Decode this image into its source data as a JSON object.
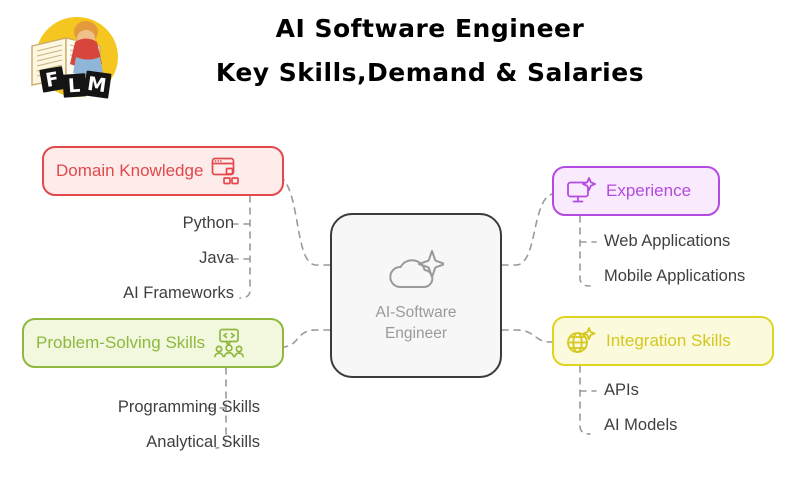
{
  "header": {
    "title_line1": "AI Software Engineer",
    "title_line2": "Key Skills,Demand & Salaries",
    "logo": {
      "name": "flm-book-logo",
      "letters": [
        "F",
        "L",
        "M"
      ],
      "bg_color": "#f6c620"
    }
  },
  "mindmap": {
    "center": {
      "label_line1": "AI-Software",
      "label_line2": "Engineer",
      "icon": "cloud-sparkle-icon",
      "fill": "#f7f7f7",
      "border": "#3b3b3b",
      "text_color": "#9a9a9a"
    },
    "branches": [
      {
        "id": "domain",
        "label": "Domain Knowledge",
        "icon": "browser-window-blocks-icon",
        "icon_side": "right",
        "fill": "#fdecea",
        "border": "#e2484c",
        "text_color": "#e2484c",
        "children": [
          "Python",
          "Java",
          "AI Frameworks"
        ]
      },
      {
        "id": "problem",
        "label": "Problem-Solving Skills",
        "icon": "code-bubble-people-icon",
        "icon_side": "right",
        "fill": "#f2f8dd",
        "border": "#8fb83e",
        "text_color": "#8fb83e",
        "children": [
          "Programming Skills",
          "Analytical Skills"
        ]
      },
      {
        "id": "experience",
        "label": "Experience",
        "icon": "monitor-sparkle-icon",
        "icon_side": "left",
        "fill": "#f9eafd",
        "border": "#b44ae0",
        "text_color": "#b44ae0",
        "children": [
          "Web Applications",
          "Mobile Applications"
        ]
      },
      {
        "id": "integration",
        "label": "Integration Skills",
        "icon": "globe-sparkle-icon",
        "icon_side": "left",
        "fill": "#fbfadd",
        "border": "#dfd520",
        "text_color": "#d4c71f",
        "children": [
          "APIs",
          "AI Models"
        ]
      }
    ],
    "connector": {
      "color": "#9a9a9a",
      "style": "dashed"
    }
  }
}
